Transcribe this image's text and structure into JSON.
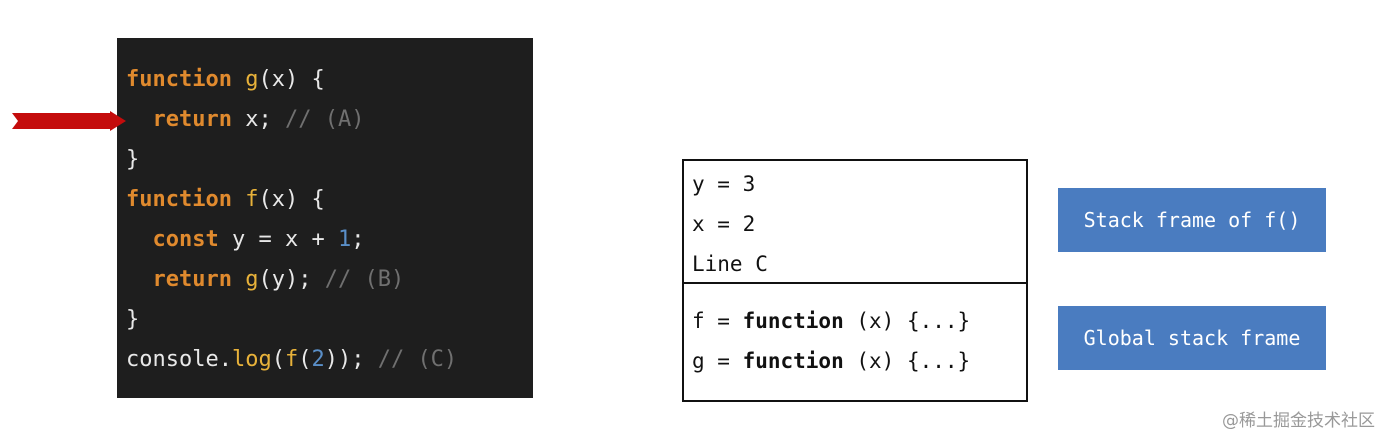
{
  "code_lines": [
    [
      [
        "kw",
        "function "
      ],
      [
        "fn",
        "g"
      ],
      [
        "pl",
        "(x) {"
      ]
    ],
    [
      [
        "pl",
        "  "
      ],
      [
        "kw",
        "return"
      ],
      [
        "pl",
        " x; "
      ],
      [
        "cm",
        "// (A)"
      ]
    ],
    [
      [
        "pl",
        "}"
      ]
    ],
    [
      [
        "kw",
        "function "
      ],
      [
        "fn",
        "f"
      ],
      [
        "pl",
        "(x) {"
      ]
    ],
    [
      [
        "pl",
        "  "
      ],
      [
        "kw",
        "const"
      ],
      [
        "pl",
        " y = x + "
      ],
      [
        "num",
        "1"
      ],
      [
        "pl",
        ";"
      ]
    ],
    [
      [
        "pl",
        "  "
      ],
      [
        "kw",
        "return"
      ],
      [
        "pl",
        " "
      ],
      [
        "fn",
        "g"
      ],
      [
        "pl",
        "(y); "
      ],
      [
        "cm",
        "// (B)"
      ]
    ],
    [
      [
        "pl",
        "}"
      ]
    ],
    [
      [
        "pl",
        "console."
      ],
      [
        "fn",
        "log"
      ],
      [
        "pl",
        "("
      ],
      [
        "fn",
        "f"
      ],
      [
        "pl",
        "("
      ],
      [
        "num",
        "2"
      ],
      [
        "pl",
        ")); "
      ],
      [
        "cm",
        "// (C)"
      ]
    ]
  ],
  "stack": {
    "frame_f": [
      "y = 3",
      "x = 2",
      "Line C"
    ],
    "frame_global": [
      {
        "name": "f = ",
        "kw": "function",
        "rest": " (x) {...}"
      },
      {
        "name": "g = ",
        "kw": "function",
        "rest": " (x) {...}"
      }
    ]
  },
  "labels": {
    "frame_f": "Stack frame of f()",
    "global": "Global stack frame"
  },
  "watermark": "@稀土掘金技术社区",
  "colors": {
    "arrow": "#c40c0c",
    "label_bg": "#4a7cc0"
  }
}
